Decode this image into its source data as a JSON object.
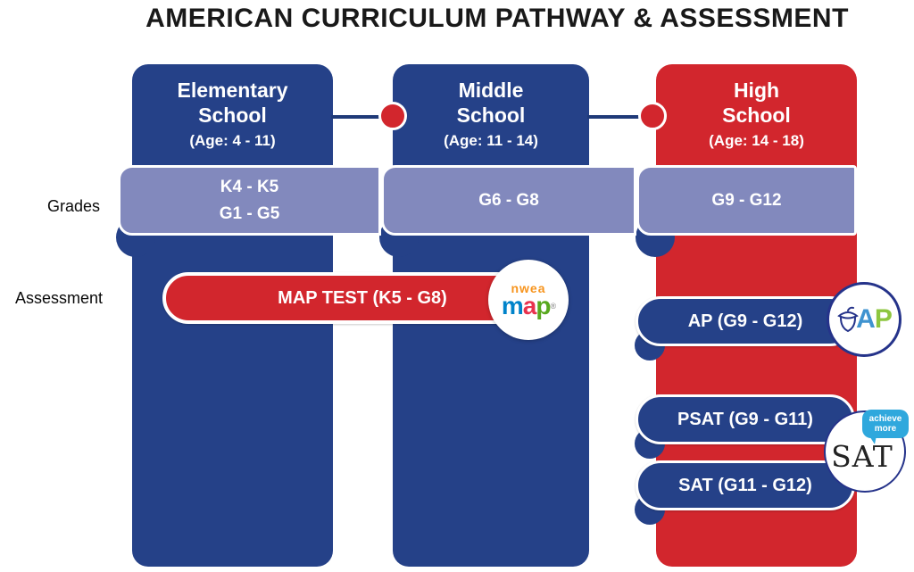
{
  "title": "AMERICAN CURRICULUM PATHWAY & ASSESSMENT",
  "row_labels": {
    "grades": "Grades",
    "assessment": "Assessment"
  },
  "columns": [
    {
      "title_line1": "Elementary",
      "title_line2": "School",
      "age": "(Age: 4 - 11)",
      "grades": [
        "K4 - K5",
        "G1 - G5"
      ]
    },
    {
      "title_line1": "Middle",
      "title_line2": "School",
      "age": "(Age: 11 - 14)",
      "grades": [
        "G6 - G8"
      ]
    },
    {
      "title_line1": "High",
      "title_line2": "School",
      "age": "(Age: 14 - 18)",
      "grades": [
        "G9 - G12"
      ]
    }
  ],
  "assessments": [
    {
      "id": "map",
      "label": "MAP TEST (K5 - G8)"
    },
    {
      "id": "ap",
      "label": "AP (G9 - G12)"
    },
    {
      "id": "psat",
      "label": "PSAT (G9 - G11)"
    },
    {
      "id": "sat",
      "label": "SAT (G11 - G12)"
    }
  ],
  "logos": {
    "nwea_map": {
      "brand": "nwea",
      "m": "m",
      "a": "a",
      "p": "p",
      "reg": "®"
    },
    "ap": {
      "a": "A",
      "p": "P"
    },
    "sat": {
      "text": "SAT",
      "bubble_line1": "achieve",
      "bubble_line2": "more"
    }
  },
  "colors": {
    "column_blue": "#254188",
    "column_red": "#d2262d",
    "grades_band": "#8289bd",
    "connector": "#1f3a78",
    "nwea_orange": "#f7941d",
    "map_m_blue": "#0083ca",
    "map_a_red": "#e8324e",
    "map_p_green": "#58a81e",
    "ap_a_blue": "#3f93d0",
    "ap_p_green": "#8dc63f",
    "sat_bubble_blue": "#2fa8dd",
    "title_text": "#191919"
  }
}
